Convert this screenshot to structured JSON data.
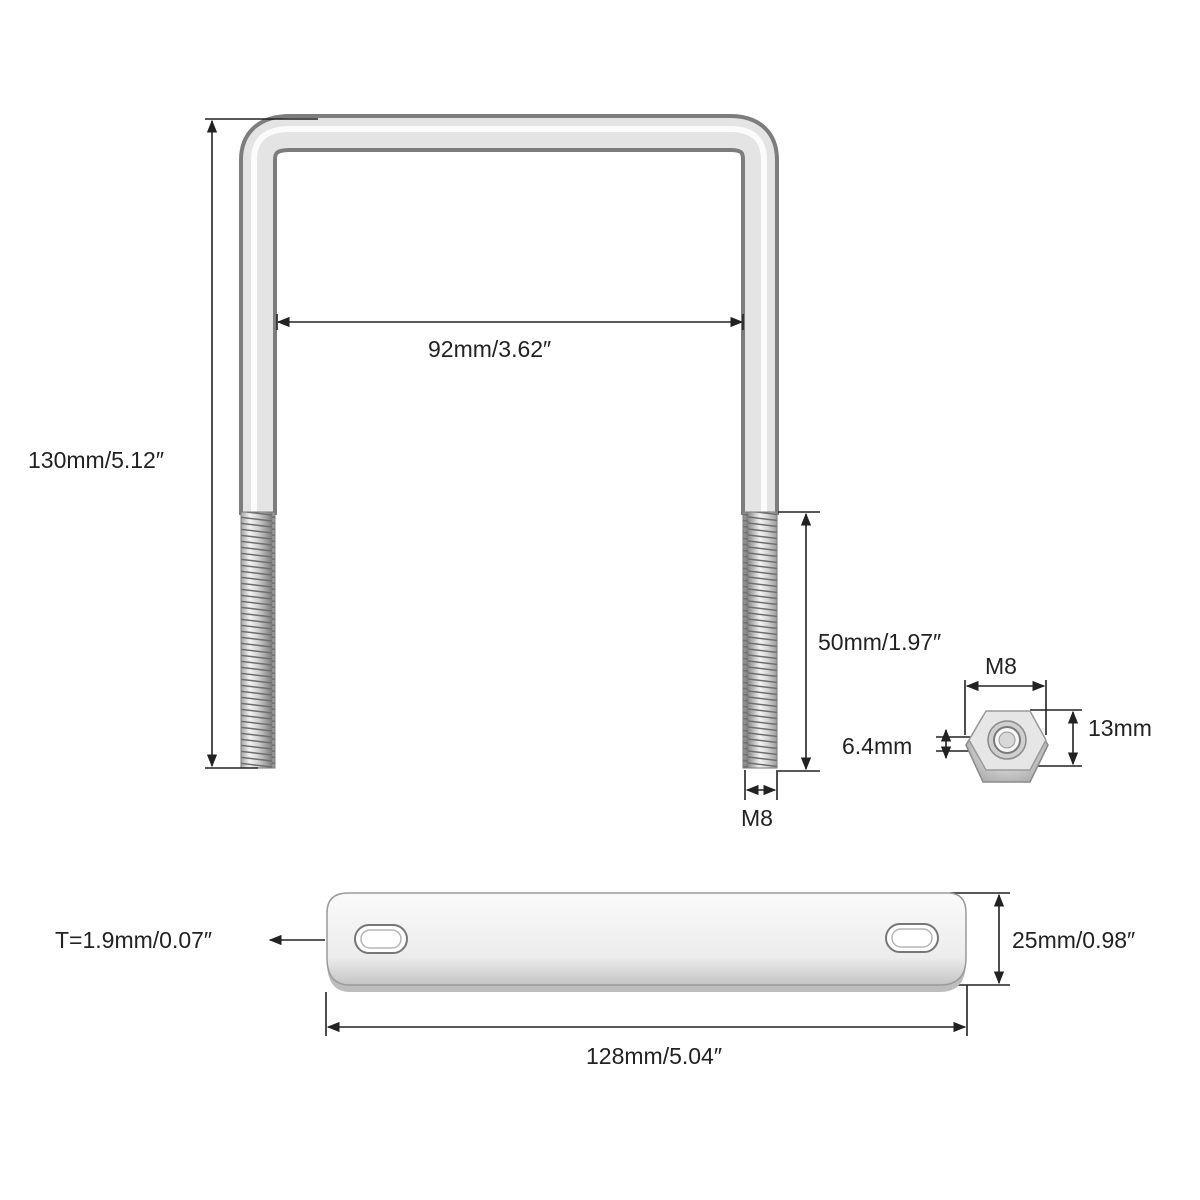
{
  "labels": {
    "height": "130mm/5.12″",
    "inner_width": "92mm/3.62″",
    "thread_length": "50mm/1.97″",
    "thread_size": "M8",
    "nut_size": "M8",
    "nut_thickness": "6.4mm",
    "nut_width": "13mm",
    "plate_thickness": "T=1.9mm/0.07″",
    "plate_width": "25mm/0.98″",
    "plate_length": "128mm/5.04″"
  },
  "colors": {
    "background": "#ffffff",
    "dimension_line": "#222222",
    "metal_light": "#f2f2f2",
    "metal_mid": "#c8c8c8",
    "metal_dark": "#8a8a8a"
  }
}
